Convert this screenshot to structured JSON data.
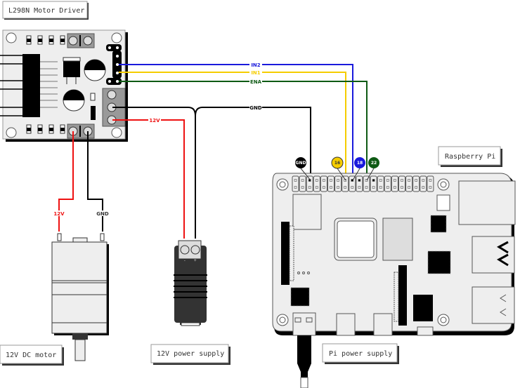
{
  "labels": {
    "driver": "L298N Motor Driver",
    "pi": "Raspberry Pi",
    "motor": "12V DC motor",
    "power": "12V power supply",
    "pi_power": "Pi power supply"
  },
  "wires": {
    "in2": {
      "label": "IN2",
      "color": "#1a1adc"
    },
    "in1": {
      "label": "IN1",
      "color": "#f5cd00"
    },
    "ena": {
      "label": "ENA",
      "color": "#0e5a14"
    },
    "gnd": {
      "label": "GND",
      "color": "#000000"
    },
    "v12": {
      "label": "12V",
      "color": "#ee1111"
    },
    "motor_pos": {
      "label": "12V",
      "color": "#ee1111"
    },
    "motor_neg": {
      "label": "GND",
      "color": "#000000"
    }
  },
  "pins": {
    "gnd": {
      "label": "GND",
      "color": "#000000"
    },
    "p16": {
      "label": "16",
      "color": "#f5cd00"
    },
    "p18": {
      "label": "18",
      "color": "#1a1adc"
    },
    "p22": {
      "label": "22",
      "color": "#0e5a14"
    }
  },
  "jack": {
    "minus": "-",
    "plus": "+"
  }
}
